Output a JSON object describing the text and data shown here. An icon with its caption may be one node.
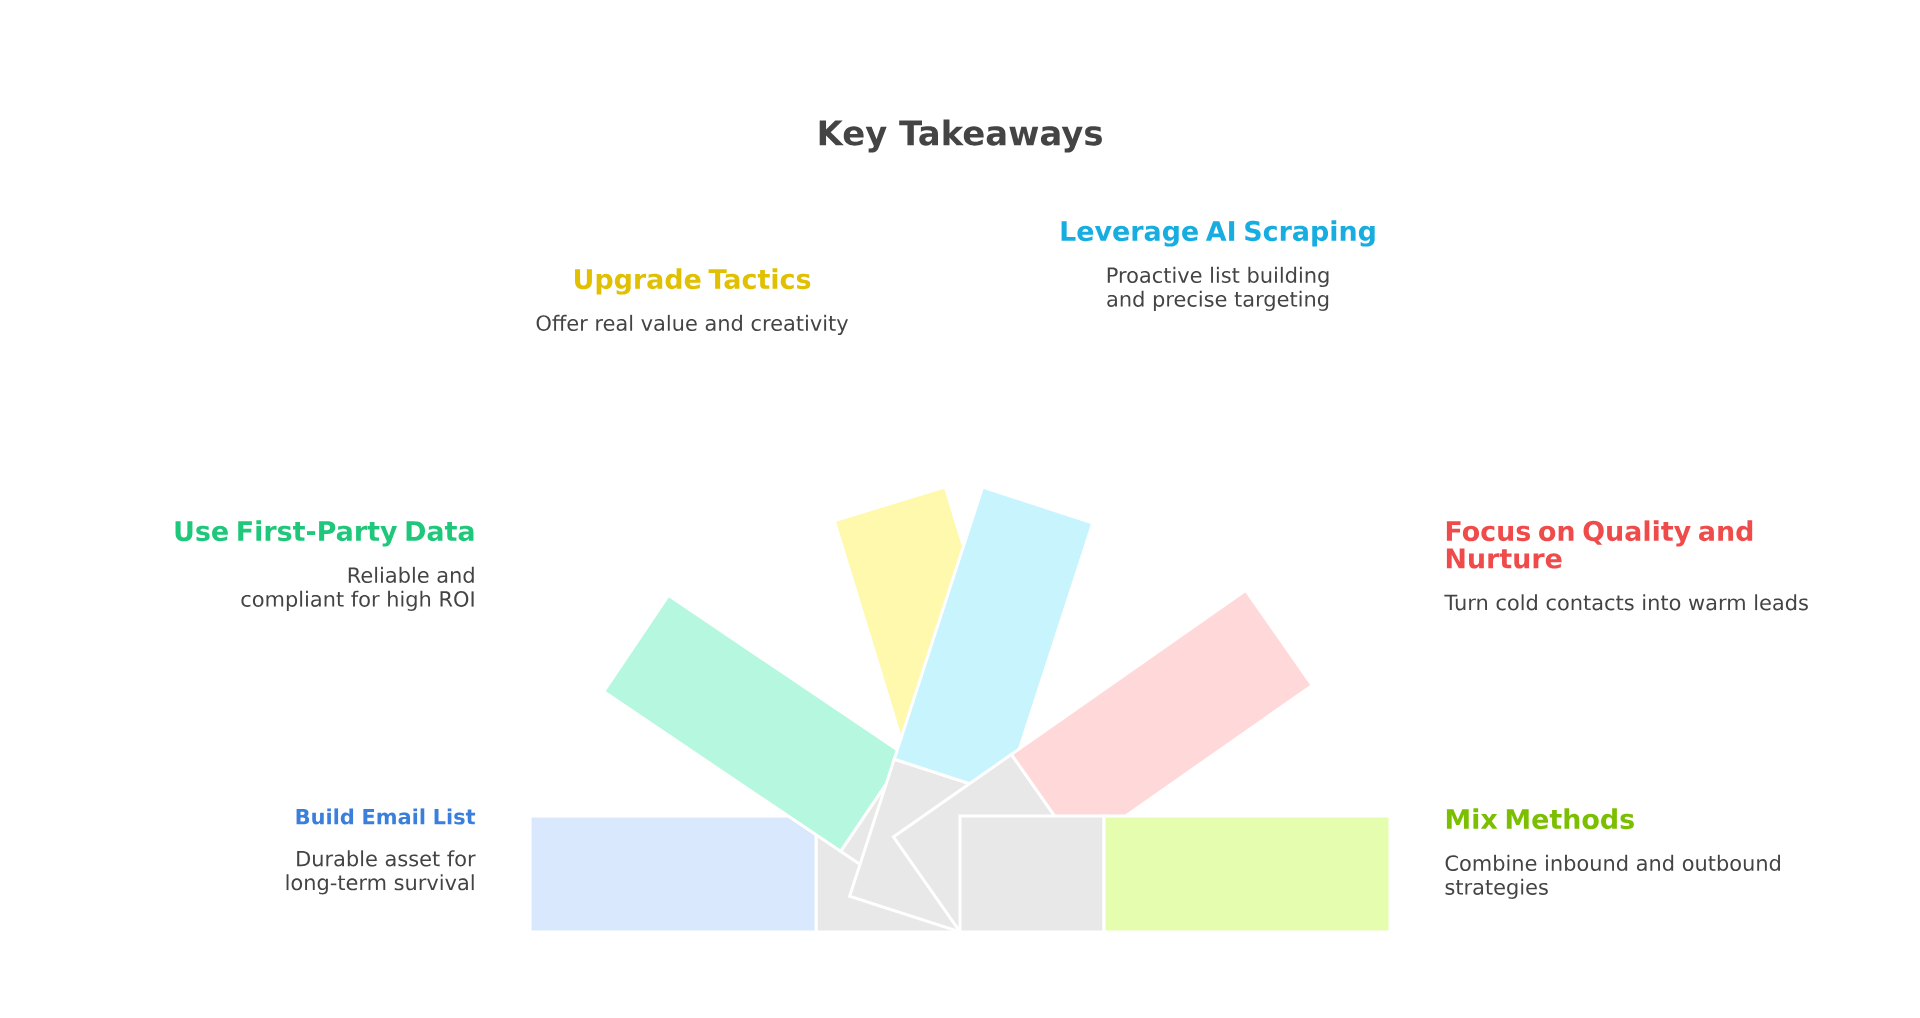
{
  "diagram": {
    "title": "Key Takeaways",
    "nodes": [
      {
        "text": [
          "Use First-Party Data",
          "Reliable and compliant for high ROI"
        ]
      },
      {
        "text": [
          "Upgrade Tactics",
          "Offer real value and creativity"
        ]
      },
      {
        "text": [
          "Leverage AI Scraping",
          "Proactive list building and precise targeting"
        ]
      },
      {
        "text": [
          "Focus on Quality and Nurture",
          "Turn cold contacts into warm leads"
        ]
      },
      {
        "text": [
          "Build Email List",
          "Durable asset for long-term survival"
        ]
      },
      {
        "text": [
          "Mix Methods",
          "Combine inbound and outbound strategies"
        ]
      }
    ],
    "edges": []
  }
}
